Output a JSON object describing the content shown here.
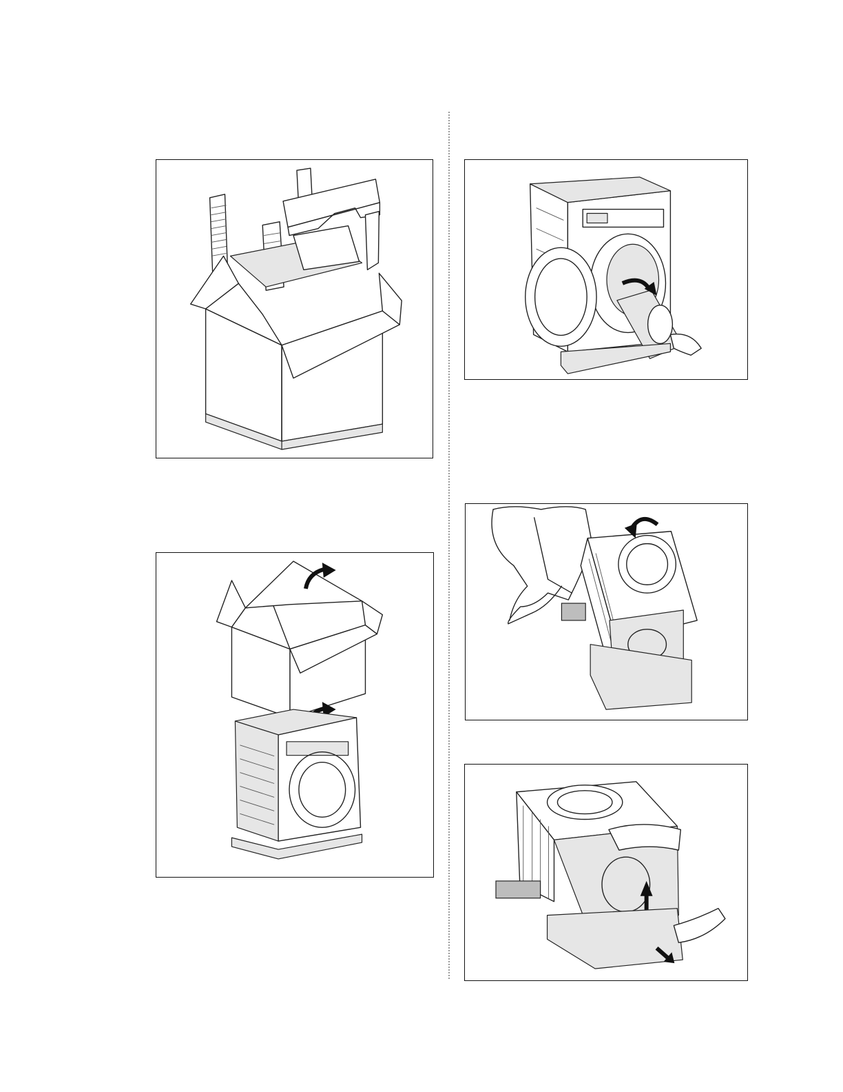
{
  "page": {
    "figures": [
      {
        "id": "fig1",
        "icon": "packaging-removal-illustration"
      },
      {
        "id": "fig2",
        "icon": "carton-lift-off-illustration"
      },
      {
        "id": "fig3",
        "icon": "door-open-bag-removal-illustration"
      },
      {
        "id": "fig4",
        "icon": "tilt-machine-back-illustration"
      },
      {
        "id": "fig5",
        "icon": "remove-base-polystyrene-illustration"
      }
    ],
    "colors": {
      "line": "#222222",
      "background": "#ffffff",
      "divider": "#9a9a9a"
    }
  }
}
